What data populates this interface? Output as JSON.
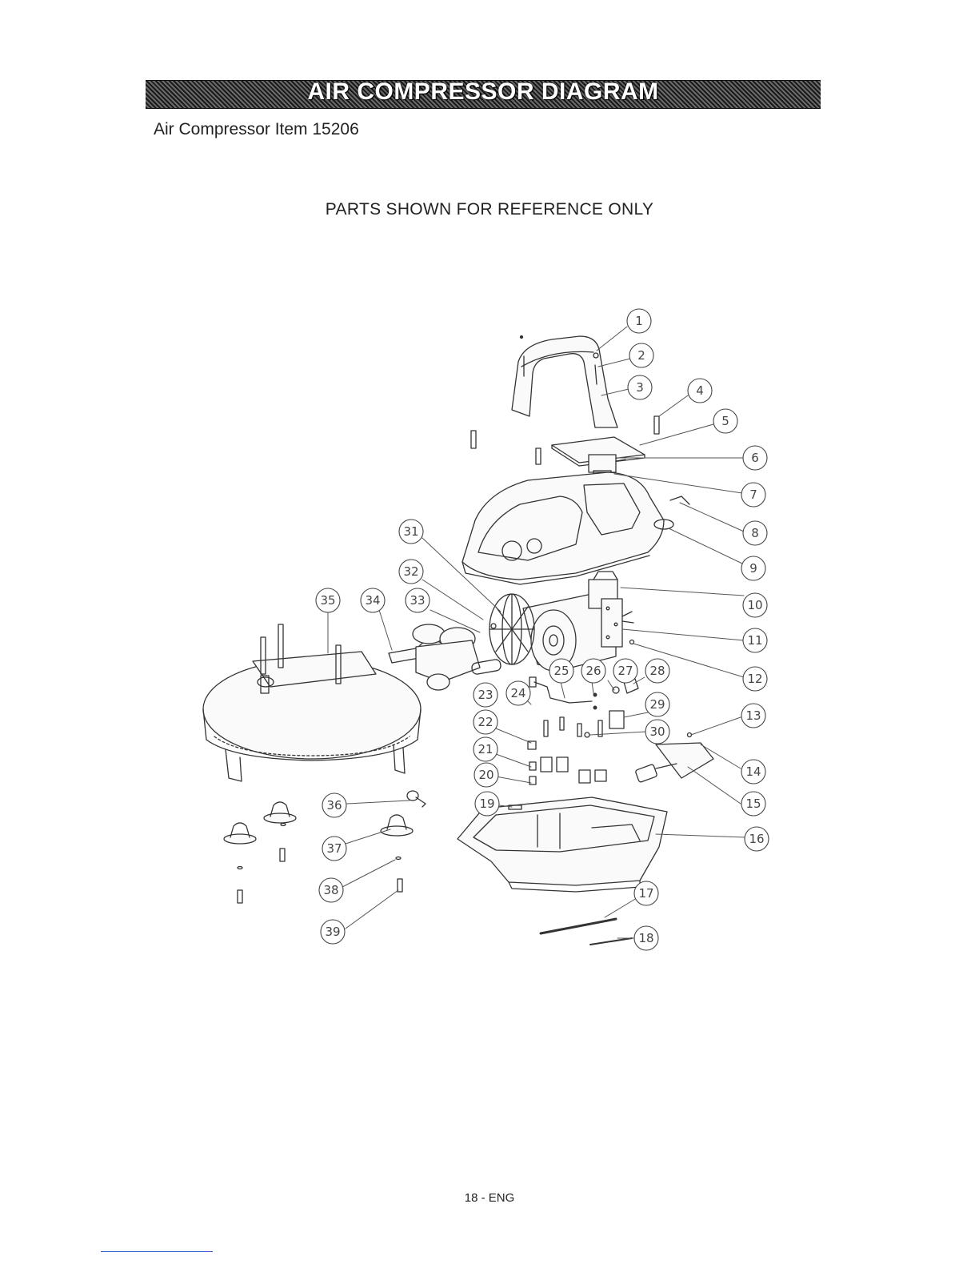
{
  "header": {
    "title": "AIR COMPRESSOR DIAGRAM",
    "subtitle": "Air Compressor Item 15206"
  },
  "notice": "PARTS SHOWN FOR REFERENCE ONLY",
  "diagram": {
    "callouts": [
      "1",
      "2",
      "3",
      "4",
      "5",
      "6",
      "7",
      "8",
      "9",
      "10",
      "11",
      "12",
      "13",
      "14",
      "15",
      "16",
      "17",
      "18",
      "19",
      "20",
      "21",
      "22",
      "23",
      "24",
      "25",
      "26",
      "27",
      "28",
      "29",
      "30",
      "31",
      "32",
      "33",
      "34",
      "35",
      "36",
      "37",
      "38",
      "39"
    ]
  },
  "footer": {
    "page_number": "18 - ENG"
  }
}
